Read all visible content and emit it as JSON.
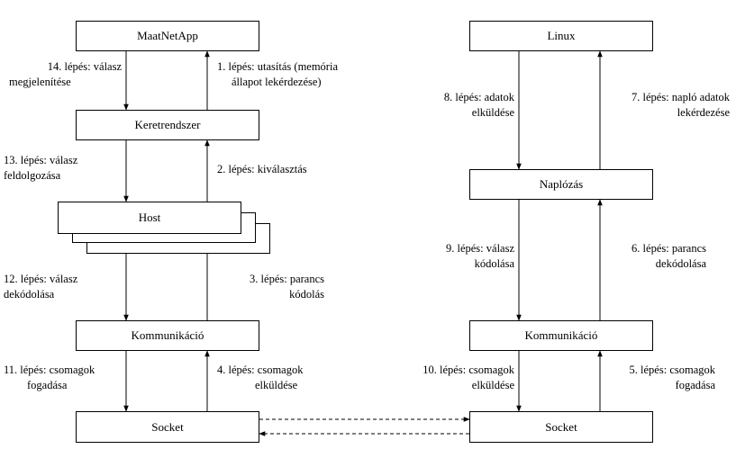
{
  "left": {
    "app": "MaatNetApp",
    "framework": "Keretrendszer",
    "host": "Host",
    "comm": "Kommunikáció",
    "socket": "Socket"
  },
  "right": {
    "os": "Linux",
    "logging": "Naplózás",
    "comm": "Kommunikáció",
    "socket": "Socket"
  },
  "steps": {
    "s1": [
      "1. lépés: utasítás (memória",
      "állapot lekérdezése)"
    ],
    "s2": [
      "2. lépés: kiválasztás"
    ],
    "s3": [
      "3. lépés: parancs",
      "kódolás"
    ],
    "s4": [
      "4. lépés: csomagok",
      "elküldése"
    ],
    "s5": [
      "5. lépés: csomagok",
      "fogadása"
    ],
    "s6": [
      "6. lépés: parancs",
      "dekódolása"
    ],
    "s7": [
      "7. lépés: napló adatok",
      "lekérdezése"
    ],
    "s8": [
      "8. lépés: adatok",
      "elküldése"
    ],
    "s9": [
      "9. lépés: válasz",
      "kódolása"
    ],
    "s10": [
      "10. lépés: csomagok",
      "elküldése"
    ],
    "s11": [
      "11. lépés: csomagok",
      "fogadása"
    ],
    "s12": [
      "12. lépés: válasz",
      "dekódolása"
    ],
    "s13": [
      "13. lépés: válasz",
      "feldolgozása"
    ],
    "s14": [
      "14. lépés: válasz",
      "megjelenítése"
    ]
  }
}
